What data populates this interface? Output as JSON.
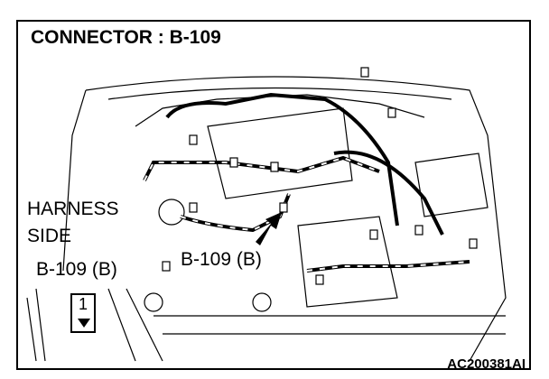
{
  "title": "CONNECTOR : B-109",
  "labels": {
    "harness": "HARNESS",
    "side": "SIDE",
    "connector_left": "B-109 (B)",
    "connector_callout": "B-109 (B)"
  },
  "view_marker": "1",
  "figure_code": "AC200381AI"
}
